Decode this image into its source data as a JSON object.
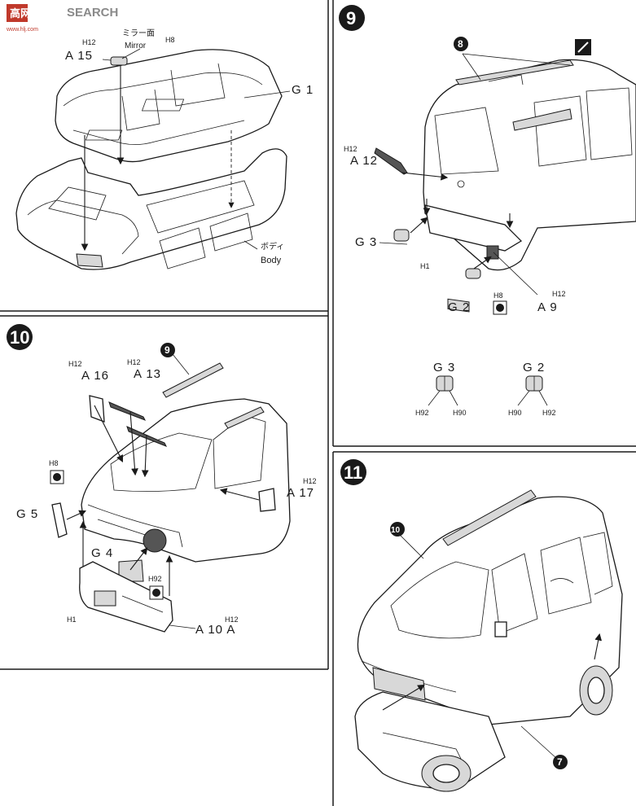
{
  "watermark": {
    "brand": "SEARCH",
    "logo_text": "高网",
    "url": "www.hlj.com"
  },
  "step8": {
    "label_g1": "G 1",
    "label_a15": "A 15",
    "code_a15": "H12",
    "mirror_jp": "ミラー面",
    "mirror_en": "Mirror",
    "code_mirror": "H8",
    "body_jp": "ボディ",
    "body_en": "Body"
  },
  "step9": {
    "number": "9",
    "ref_8": "8",
    "code_a12": "H12",
    "label_a12": "A 12",
    "label_g3": "G 3",
    "code_h1": "H1",
    "code_h8": "H8",
    "label_g2": "G 2",
    "code_a9": "H12",
    "label_a9": "A 9",
    "detail_g3": "G 3",
    "detail_g3_left": "H92",
    "detail_g3_right": "H90",
    "detail_g2": "G 2",
    "detail_g2_left": "H90",
    "detail_g2_right": "H92"
  },
  "step10": {
    "number": "10",
    "ref_9": "9",
    "code_a16": "H12",
    "label_a16": "A 16",
    "code_a13": "H12",
    "label_a13": "A 13",
    "code_h8": "H8",
    "label_g5": "G 5",
    "code_a17": "H12",
    "label_a17": "A 17",
    "label_g4": "G 4",
    "code_h92": "H92",
    "code_h1": "H1",
    "label_a10a": "A 10 A",
    "code_a10a": "H12"
  },
  "step11": {
    "number": "11",
    "ref_10": "10",
    "ref_7": "7"
  },
  "colors": {
    "line": "#1a1a1a",
    "paper": "#ffffff",
    "badge": "#1a1a1a",
    "watermark": "#8a8a8a"
  }
}
